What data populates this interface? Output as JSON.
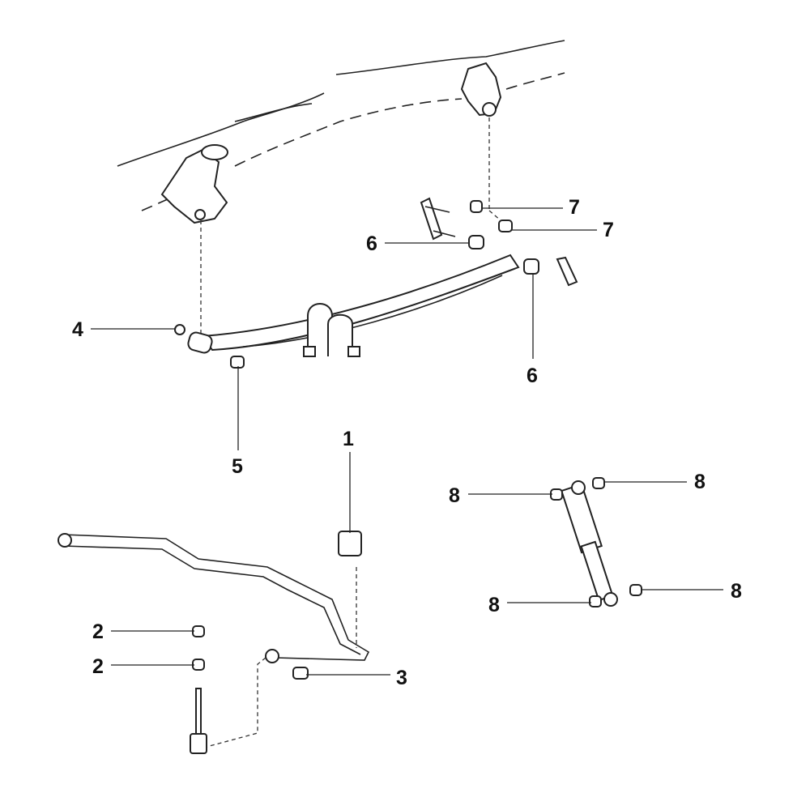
{
  "diagram": {
    "title": "Rear suspension exploded parts diagram",
    "callouts": {
      "c7a": "7",
      "c7b": "7",
      "c6a": "6",
      "c4": "4",
      "c6b": "6",
      "c5": "5",
      "c1": "1",
      "c8a": "8",
      "c8b": "8",
      "c2a": "2",
      "c2b": "2",
      "c3": "3",
      "c8c": "8",
      "c8d": "8"
    }
  }
}
